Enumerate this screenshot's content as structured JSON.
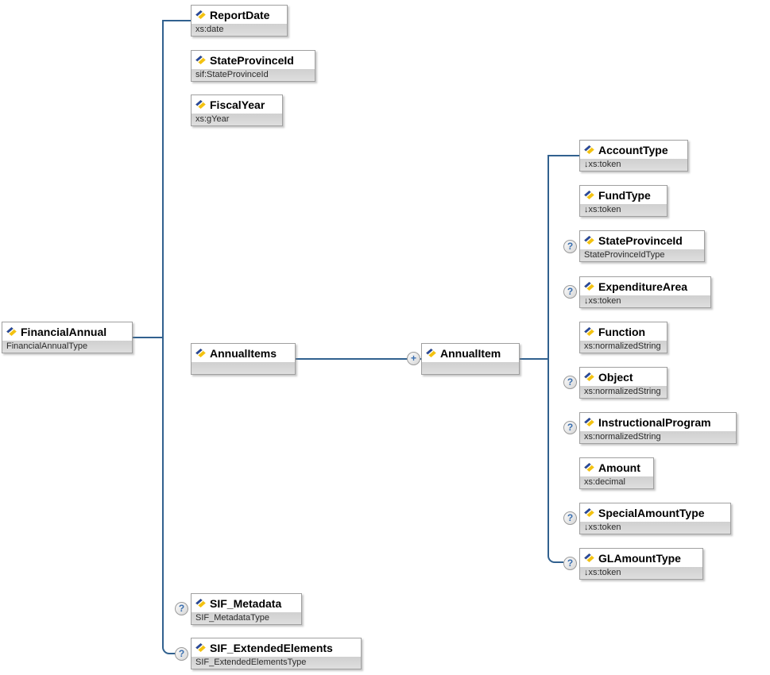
{
  "diagram": {
    "title": "FinancialAnnual XML schema diagram",
    "connector_color": "#31618f",
    "badges": {
      "optional": "?",
      "repeating": "+"
    },
    "icons": {
      "element_icon": "diamond-element-icon"
    },
    "nodes": {
      "financial_annual": {
        "label": "FinancialAnnual",
        "type": "FinancialAnnualType"
      },
      "report_date": {
        "label": "ReportDate",
        "type": "xs:date"
      },
      "state_province_id": {
        "label": "StateProvinceId",
        "type": "sif:StateProvinceId"
      },
      "fiscal_year": {
        "label": "FiscalYear",
        "type": "xs:gYear"
      },
      "annual_items": {
        "label": "AnnualItems",
        "type": ""
      },
      "annual_item": {
        "label": "AnnualItem",
        "type": ""
      },
      "account_type": {
        "label": "AccountType",
        "type": "↓xs:token"
      },
      "fund_type": {
        "label": "FundType",
        "type": "↓xs:token"
      },
      "state_province_id2": {
        "label": "StateProvinceId",
        "type": "StateProvinceIdType"
      },
      "expenditure_area": {
        "label": "ExpenditureArea",
        "type": "↓xs:token"
      },
      "function": {
        "label": "Function",
        "type": "xs:normalizedString"
      },
      "object": {
        "label": "Object",
        "type": "xs:normalizedString"
      },
      "instructional_program": {
        "label": "InstructionalProgram",
        "type": "xs:normalizedString"
      },
      "amount": {
        "label": "Amount",
        "type": "xs:decimal"
      },
      "special_amount_type": {
        "label": "SpecialAmountType",
        "type": "↓xs:token"
      },
      "gl_amount_type": {
        "label": "GLAmountType",
        "type": "↓xs:token"
      },
      "sif_metadata": {
        "label": "SIF_Metadata",
        "type": "SIF_MetadataType"
      },
      "sif_extended_elements": {
        "label": "SIF_ExtendedElements",
        "type": "SIF_ExtendedElementsType"
      }
    }
  }
}
